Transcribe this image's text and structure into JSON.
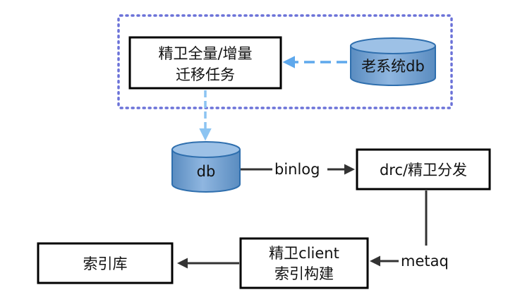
{
  "nodes": {
    "migration_task": {
      "lines": [
        "精卫全量/增量",
        "迁移任务"
      ]
    },
    "old_system_db": {
      "label": "老系统db"
    },
    "db": {
      "label": "db"
    },
    "drc_dispatch": {
      "label": "drc/精卫分发"
    },
    "client_index_build": {
      "lines": [
        "精卫client",
        "索引构建"
      ]
    },
    "index_store": {
      "label": "索引库"
    }
  },
  "edges": {
    "db_to_drc": {
      "label": "binlog"
    },
    "drc_to_client": {
      "label": "metaq"
    }
  },
  "colors": {
    "group_border": "#6b72d8",
    "dashed_arrow": "#5ea8ec",
    "light_arrow": "#8cc4f2",
    "cylinder_fill": "#6f9fcf",
    "cylinder_top": "#9dc1e6",
    "cylinder_stroke": "#2f6fae",
    "dark_arrow": "#333333",
    "box_stroke": "#000000"
  }
}
